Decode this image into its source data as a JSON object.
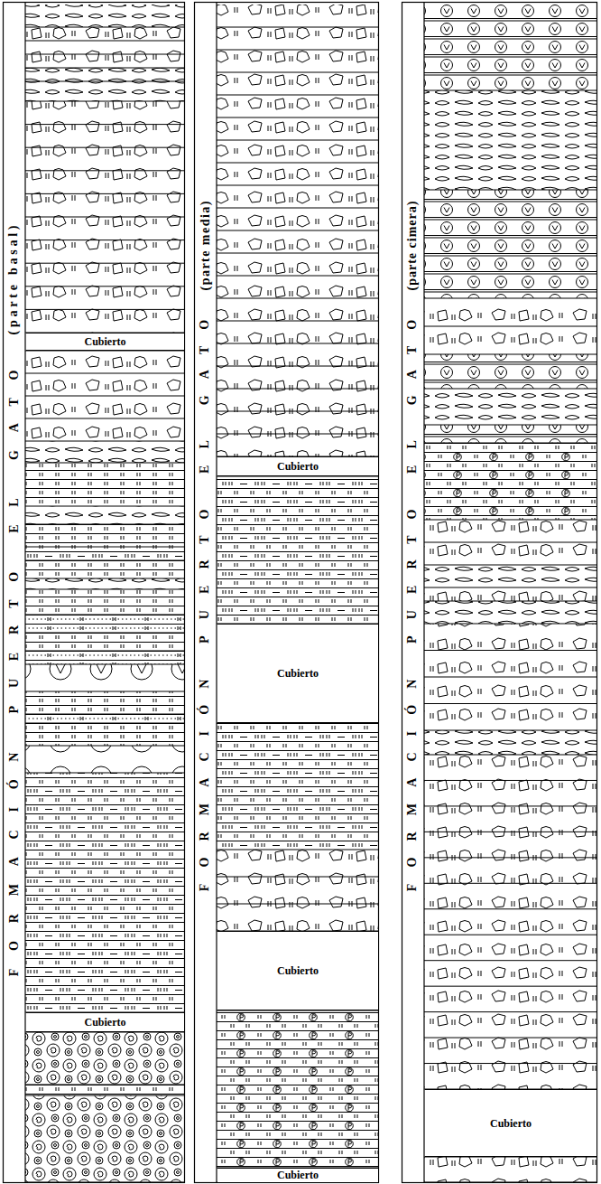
{
  "diagram": {
    "nodes": [
      {
        "text": [
          "Cubierto"
        ]
      },
      {
        "text": [
          "Cubierto"
        ]
      },
      {
        "text": [
          "Cubierto"
        ]
      },
      {
        "text": [
          "Cubierto"
        ]
      },
      {
        "text": [
          "Cubierto"
        ]
      },
      {
        "text": [
          "Cubierto"
        ]
      },
      {
        "text": [
          "Cubierto"
        ]
      }
    ],
    "labels": [
      "FORMACIÓN PUERTO EL GATO",
      "(parte basal)",
      "FORMACIÓN PUERTO EL GATO",
      "(parte media)",
      "FORMACIÓN PUERTO EL GATO",
      "(parte cimera)"
    ]
  }
}
